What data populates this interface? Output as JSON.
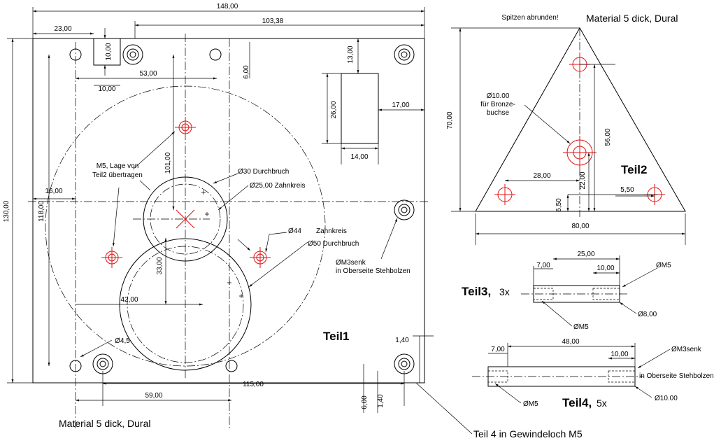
{
  "teil1": {
    "label": "Teil1",
    "material": "Material 5 dick, Dural",
    "dims": {
      "d148": "148,00",
      "d103": "103,38",
      "d23": "23,00",
      "d10a": "10,00",
      "d10b": "10,00",
      "d53": "53,00",
      "d6a": "6,00",
      "d13": "13,00",
      "d26": "26,00",
      "d17": "17,00",
      "d14": "14,00",
      "d101": "101,00",
      "d16": "16,00",
      "d118": "118,00",
      "d130": "130,00",
      "d33": "33,00",
      "d42": "42,00",
      "d59": "59,00",
      "d115": "115,00",
      "d6b": "6,00",
      "d140a": "1,40",
      "d140b": "1,40",
      "d45": "Ø4,5"
    },
    "notes": {
      "m5lage1": "M5, Lage von",
      "m5lage2": "Teil2 übertragen",
      "o30": "Ø30 Durchbruch",
      "o25": "Ø25,00 Zahnkreis",
      "o44": "Ø44",
      "zahnkreis": "Zahnkreis",
      "o50": "Ø50 Durchbruch",
      "m3senk1": "ØM3senk",
      "m3senk2": "in Oberseite Stehbolzen"
    }
  },
  "teil2": {
    "label": "Teil2",
    "spitzen": "Spitzen abrunden!",
    "material": "Material 5 dick, Dural",
    "d70": "70,00",
    "d56": "56,00",
    "d28": "28,00",
    "d22": "22,00",
    "d650": "6,50",
    "d550": "5,50",
    "d80": "80,00",
    "bush1": "Ø10.00",
    "bush2": "für Bronze-",
    "bush3": "buchse"
  },
  "teil3": {
    "label": "Teil3,",
    "count": "3x",
    "d7": "7,00",
    "d25": "25,00",
    "d10": "10,00",
    "m5a": "ØM5",
    "m5b": "ØM5",
    "d8": "Ø8,00"
  },
  "teil4": {
    "label": "Teil4,",
    "count": "5x",
    "d7": "7,00",
    "d48": "48,00",
    "d10": "10,00",
    "m3senk": "ØM3senk",
    "stehbolzen": "in Oberseite Stehbolzen",
    "m5": "ØM5",
    "d10o": "Ø10.00",
    "gewinde": "Teil 4 in Gewindeloch M5"
  }
}
